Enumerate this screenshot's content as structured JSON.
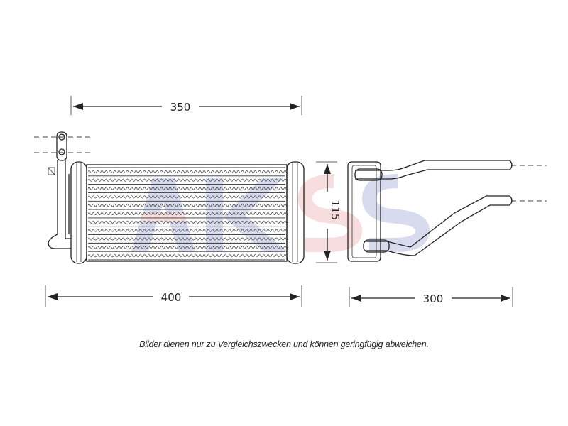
{
  "dimensions": {
    "width_top": "350",
    "width_bottom": "400",
    "height": "115",
    "depth": "300"
  },
  "caption": "Bilder dienen nur zu Vergleichszwecken und können geringfügig abweichen.",
  "watermark": {
    "text": "AKS",
    "colors": [
      "#2b3f9e",
      "#d84a4a"
    ]
  }
}
